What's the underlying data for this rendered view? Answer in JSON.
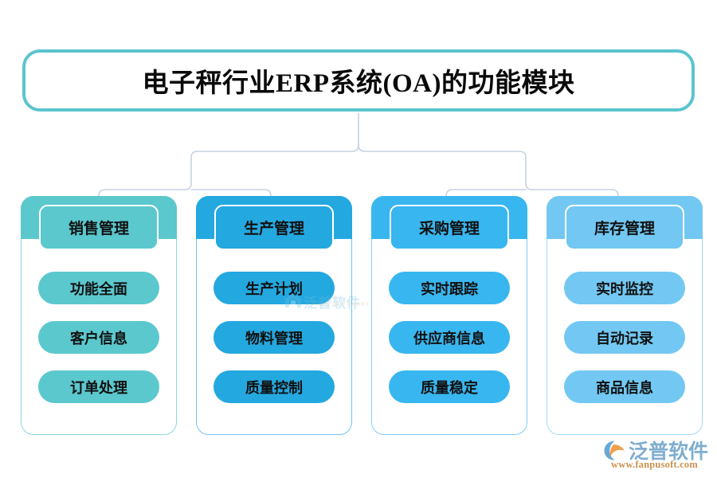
{
  "title": {
    "text": "电子秤行业ERP系统(OA)的功能模块",
    "border_color": "#5bc4ce"
  },
  "connector": {
    "color": "#c7d2e4"
  },
  "columns": [
    {
      "header": "销售管理",
      "color": "#5bc8ce",
      "border_color": "#8bd6e2",
      "items": [
        "功能全面",
        "客户信息",
        "订单处理"
      ]
    },
    {
      "header": "生产管理",
      "color": "#24a8e0",
      "border_color": "#6ec4ef",
      "items": [
        "生产计划",
        "物料管理",
        "质量控制"
      ]
    },
    {
      "header": "采购管理",
      "color": "#38b6ef",
      "border_color": "#7fcef5",
      "items": [
        "实时跟踪",
        "供应商信息",
        "质量稳定"
      ]
    },
    {
      "header": "库存管理",
      "color": "#72c8f2",
      "border_color": "#a0dbf7",
      "items": [
        "实时监控",
        "自动记录",
        "商品信息"
      ]
    }
  ],
  "watermark": {
    "text": "泛普软件",
    "subtext": "FANPU SOFTWARE"
  },
  "logo": {
    "name": "泛普软件",
    "url": "www.fanpusoft.com",
    "mark_color": "#f0a04b",
    "text_color": "#7faecf"
  }
}
